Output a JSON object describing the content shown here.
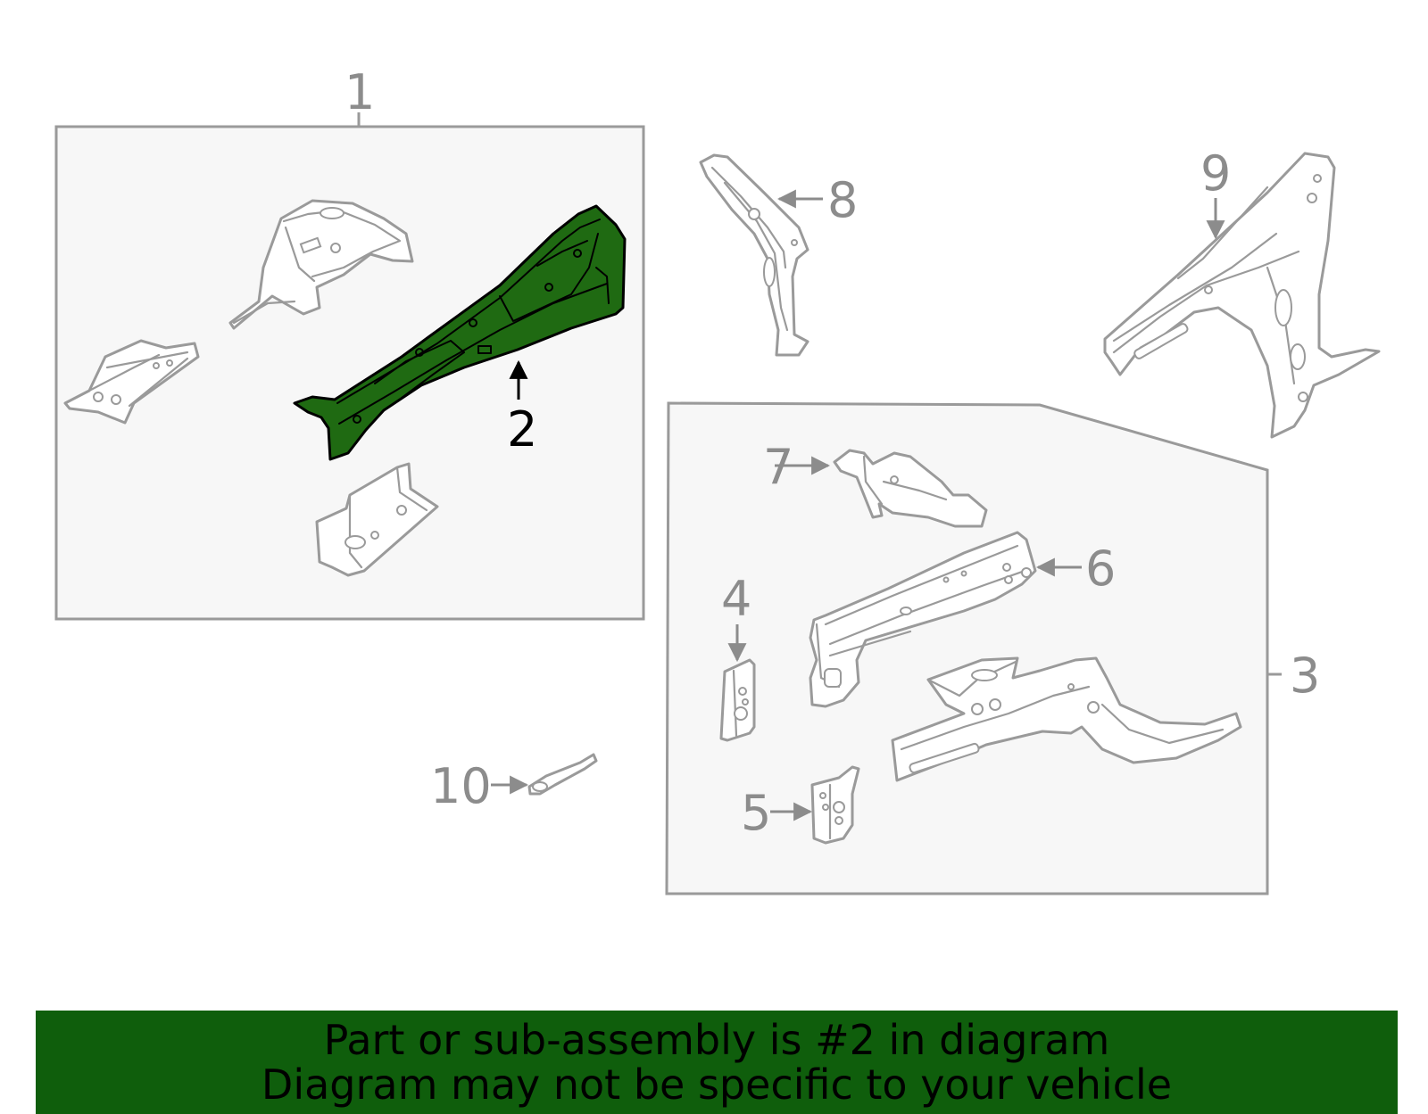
{
  "diagram": {
    "highlight_color": "#1f6a12",
    "callouts": {
      "c1": "1",
      "c2": "2",
      "c3": "3",
      "c4": "4",
      "c5": "5",
      "c6": "6",
      "c7": "7",
      "c8": "8",
      "c9": "9",
      "c10": "10"
    },
    "highlighted_part": "2"
  },
  "footer": {
    "line1": "Part or sub-assembly is #2 in diagram",
    "line2": "Diagram may not be specific to your vehicle",
    "background": "#0f5e0c"
  }
}
